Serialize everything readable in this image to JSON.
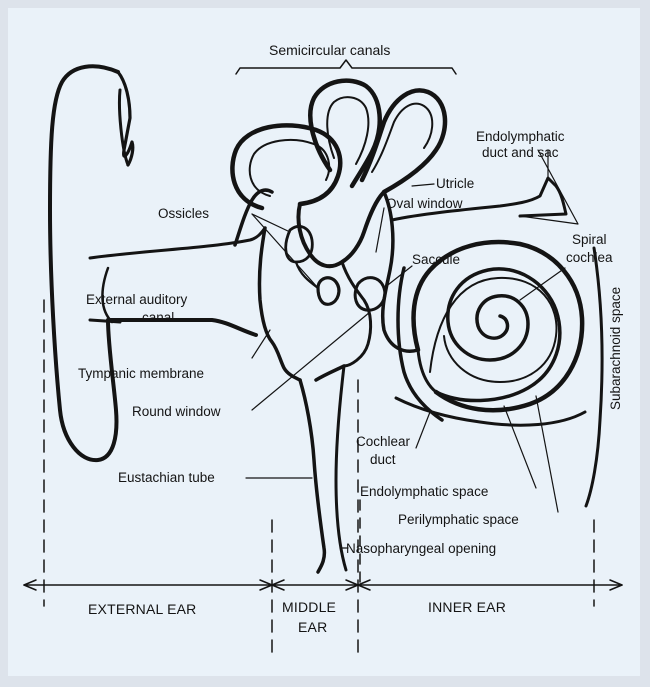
{
  "diagram": {
    "title": "Semicircular canals",
    "labels": {
      "endolymphatic": "Endolymphatic",
      "duct_and_sac": "duct and sac",
      "utricle": "Utricle",
      "oval_window": "Oval window",
      "ossicles": "Ossicles",
      "saccule": "Saccule",
      "spiral": "Spiral",
      "cochlea": "cochlea",
      "external_auditory": "External auditory",
      "canal": "canal",
      "tympanic_membrane": "Tympanic membrane",
      "round_window": "Round window",
      "cochlear": "Cochlear",
      "duct": "duct",
      "eustachian_tube": "Eustachian tube",
      "endolymphatic_space": "Endolymphatic space",
      "perilymphatic_space": "Perilymphatic space",
      "nasopharyngeal_opening": "Nasopharyngeal opening",
      "subarachnoid_space": "Subarachnoid space"
    },
    "regions": {
      "external_ear": "EXTERNAL EAR",
      "middle": "MIDDLE",
      "ear": "EAR",
      "inner_ear": "INNER EAR"
    },
    "colors": {
      "ink": "#141414",
      "background": "#eaf2f9",
      "border": "#dde3eb"
    }
  }
}
